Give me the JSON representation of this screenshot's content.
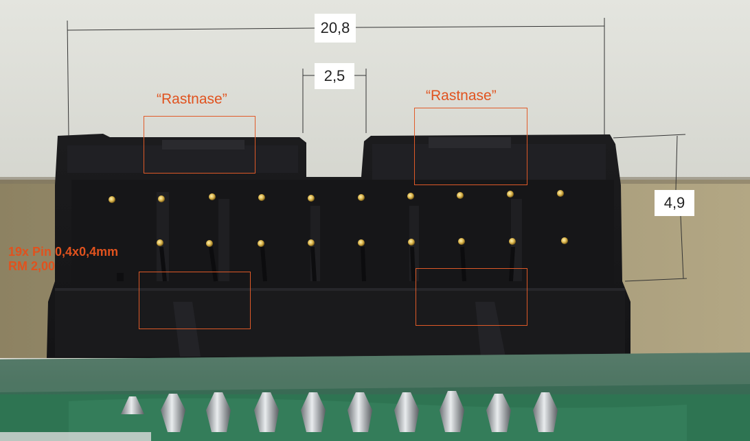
{
  "dimensions": {
    "width_label": "20,8",
    "gap_label": "2,5",
    "height_label": "4,9"
  },
  "annotations": {
    "rastnase_left": "“Rastnase”",
    "rastnase_right": "“Rastnase”",
    "pin_spec_line1": "19x Pin 0,4x0,4mm",
    "pin_spec_line2": "RM 2,00"
  },
  "colors": {
    "annotation_orange": "#e0521e",
    "connector_body": "#1b1b1d",
    "pcb_green": "#2f7a5a",
    "pin_gold": "#d8b24a",
    "dimension_line": "#333333"
  }
}
